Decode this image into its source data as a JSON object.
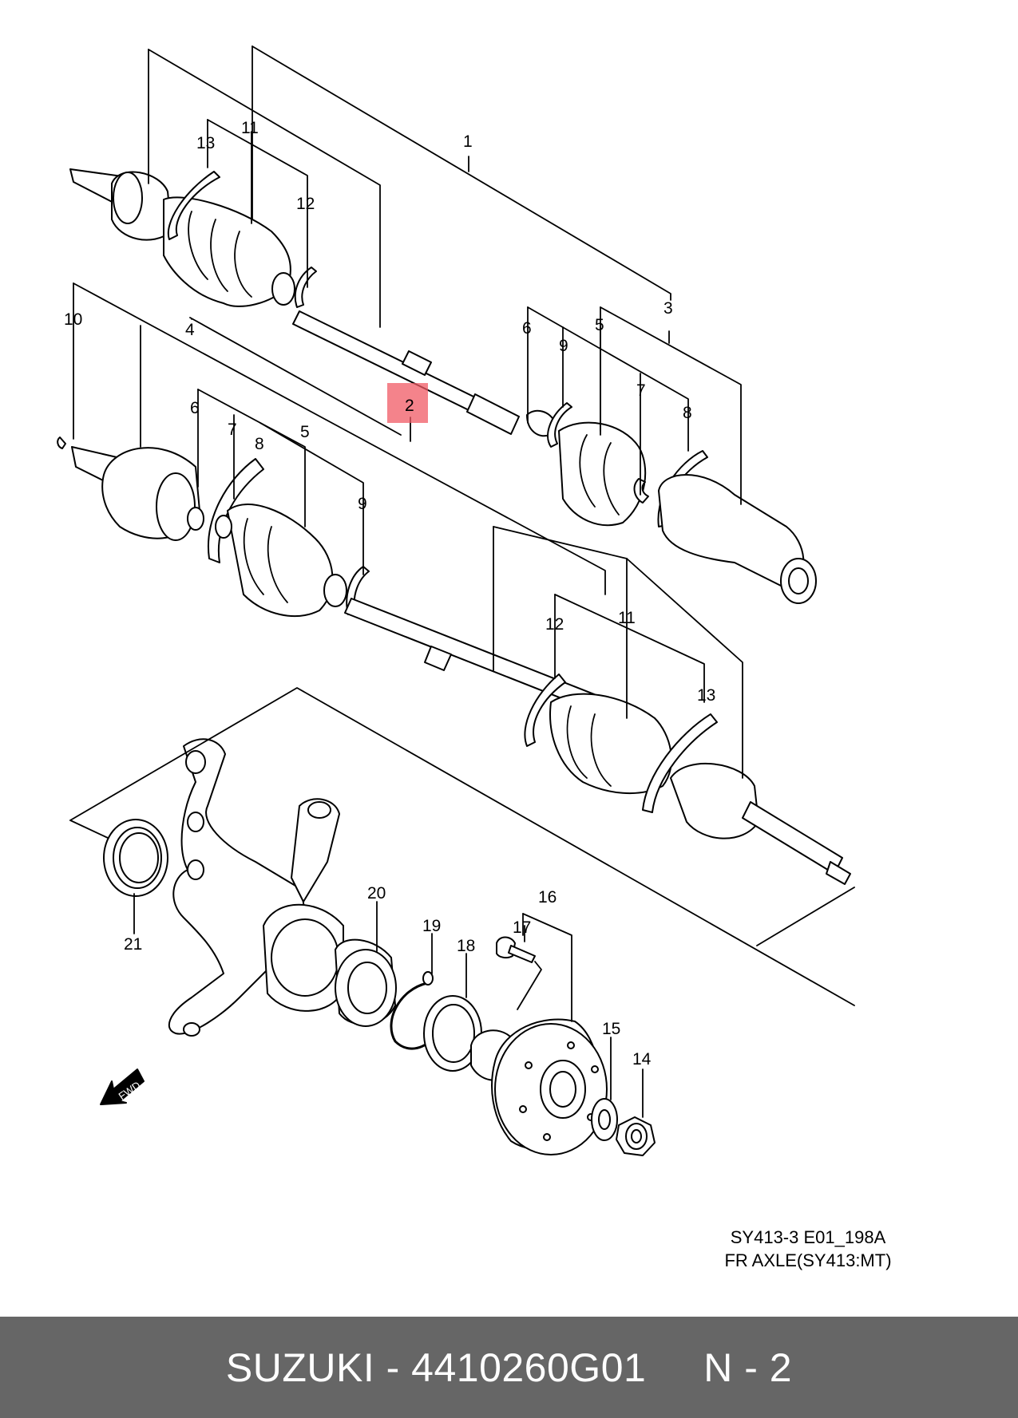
{
  "diagram": {
    "callouts": [
      {
        "id": "c1",
        "label": "1"
      },
      {
        "id": "c2",
        "label": "2"
      },
      {
        "id": "c3",
        "label": "3"
      },
      {
        "id": "c4",
        "label": "4"
      },
      {
        "id": "c5a",
        "label": "5"
      },
      {
        "id": "c5b",
        "label": "5"
      },
      {
        "id": "c6a",
        "label": "6"
      },
      {
        "id": "c6b",
        "label": "6"
      },
      {
        "id": "c7a",
        "label": "7"
      },
      {
        "id": "c7b",
        "label": "7"
      },
      {
        "id": "c8a",
        "label": "8"
      },
      {
        "id": "c8b",
        "label": "8"
      },
      {
        "id": "c9a",
        "label": "9"
      },
      {
        "id": "c9b",
        "label": "9"
      },
      {
        "id": "c10",
        "label": "10"
      },
      {
        "id": "c11a",
        "label": "11"
      },
      {
        "id": "c11b",
        "label": "11"
      },
      {
        "id": "c12a",
        "label": "12"
      },
      {
        "id": "c12b",
        "label": "12"
      },
      {
        "id": "c13a",
        "label": "13"
      },
      {
        "id": "c13b",
        "label": "13"
      },
      {
        "id": "c14",
        "label": "14"
      },
      {
        "id": "c15",
        "label": "15"
      },
      {
        "id": "c16",
        "label": "16"
      },
      {
        "id": "c17",
        "label": "17"
      },
      {
        "id": "c18",
        "label": "18"
      },
      {
        "id": "c19",
        "label": "19"
      },
      {
        "id": "c20",
        "label": "20"
      },
      {
        "id": "c21",
        "label": "21"
      }
    ],
    "fwd_label": "FWD",
    "code_line1": "SY413-3 E01_198A",
    "code_line2": "FR AXLE(SY413:MT)",
    "highlight_color": "#f05a64"
  },
  "footer": {
    "text": "SUZUKI - 4410260G01     N - 2",
    "background": "#666666"
  }
}
